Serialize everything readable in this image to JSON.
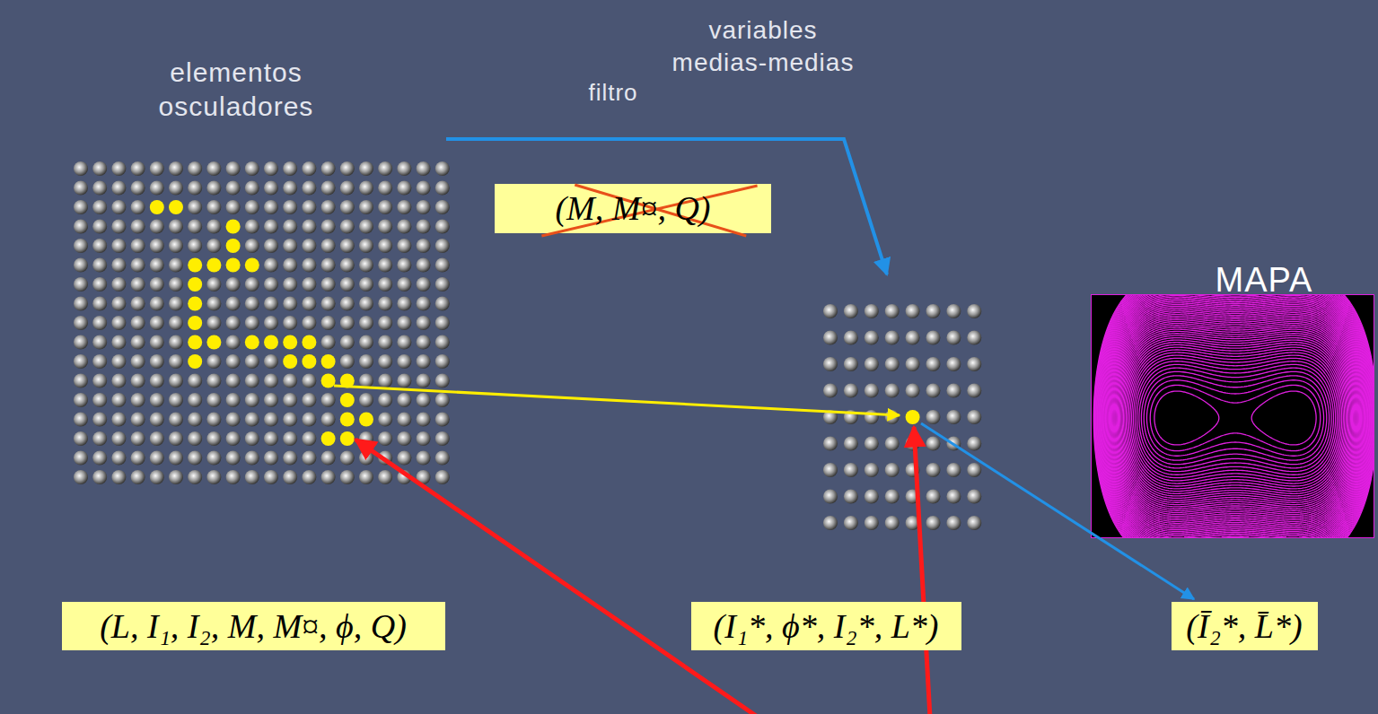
{
  "diagram": {
    "nodes": [
      {
        "text": [
          "(M, M¤, Q)"
        ]
      },
      {
        "text": [
          "(L, I₁, I₂, M, M¤, ϕ, Q)"
        ]
      },
      {
        "text": [
          "(I₁*, ϕ*, I₂*, L*)"
        ]
      },
      {
        "text": [
          "(Ī₂*, L̄*)"
        ]
      }
    ],
    "labels": [
      "elementos osculadores",
      "variables medias-medias",
      "filtro",
      "MAPA"
    ]
  }
}
